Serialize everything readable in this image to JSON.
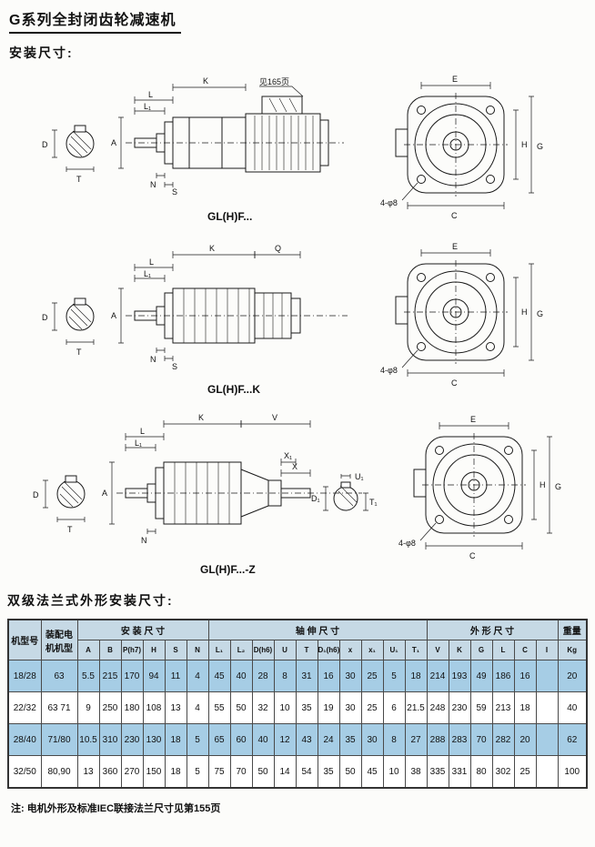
{
  "page": {
    "title": "G系列全封闭齿轮减速机",
    "install_heading": "安装尺寸:",
    "flange_heading": "双级法兰式外形安装尺寸:",
    "note": "注: 电机外形及标准IEC联接法兰尺寸见第155页"
  },
  "colors": {
    "header_bg": "#c6d9e5",
    "row_highlight": "#a6cde5"
  },
  "drawings": {
    "captions": [
      "GL(H)F...",
      "GL(H)F...K",
      "GL(H)F...-Z"
    ]
  },
  "dims": {
    "K": "K",
    "Q": "Q",
    "V": "V",
    "L": "L",
    "L1": "L₁",
    "A": "A",
    "N": "N",
    "S": "S",
    "D": "D",
    "T": "T",
    "X": "X",
    "X1": "X₁",
    "D1": "D₁",
    "U1": "U₁",
    "T1": "T₁",
    "E": "E",
    "H": "H",
    "G": "G",
    "C": "C",
    "bolt": "4-φ8",
    "ref": "见165页"
  },
  "table": {
    "head": {
      "col_model": "机型号",
      "col_motor": "装配电机机型",
      "grp_install": "安 装 尺 寸",
      "grp_shaft": "轴 伸 尺 寸",
      "grp_outline": "外 形 尺 寸",
      "grp_weight": "重量",
      "install_cols": [
        "A",
        "B",
        "P(h7)",
        "H",
        "S",
        "N"
      ],
      "shaft_cols": [
        "L₁",
        "L₂",
        "D(h6)",
        "U",
        "T",
        "D₁(h6)",
        "x",
        "x₁",
        "U₁",
        "T₁"
      ],
      "outline_cols": [
        "V",
        "K",
        "G",
        "L",
        "C",
        "I"
      ],
      "weight_col": "Kg"
    },
    "rows": [
      {
        "model": "18/28",
        "motor": "63",
        "highlight": true,
        "values": [
          "5.5",
          "215",
          "170",
          "94",
          "11",
          "4",
          "45",
          "40",
          "28",
          "8",
          "31",
          "16",
          "30",
          "25",
          "5",
          "18",
          "214",
          "193",
          "49",
          "186",
          "16",
          ""
        ],
        "kg": "20"
      },
      {
        "model": "22/32",
        "motor": "63 71",
        "highlight": false,
        "values": [
          "9",
          "250",
          "180",
          "108",
          "13",
          "4",
          "55",
          "50",
          "32",
          "10",
          "35",
          "19",
          "30",
          "25",
          "6",
          "21.5",
          "248",
          "230",
          "59",
          "213",
          "18",
          ""
        ],
        "kg": "40"
      },
      {
        "model": "28/40",
        "motor": "71/80",
        "highlight": true,
        "values": [
          "10.5",
          "310",
          "230",
          "130",
          "18",
          "5",
          "65",
          "60",
          "40",
          "12",
          "43",
          "24",
          "35",
          "30",
          "8",
          "27",
          "288",
          "283",
          "70",
          "282",
          "20",
          ""
        ],
        "kg": "62"
      },
      {
        "model": "32/50",
        "motor": "80,90",
        "highlight": false,
        "values": [
          "13",
          "360",
          "270",
          "150",
          "18",
          "5",
          "75",
          "70",
          "50",
          "14",
          "54",
          "35",
          "50",
          "45",
          "10",
          "38",
          "335",
          "331",
          "80",
          "302",
          "25",
          ""
        ],
        "kg": "100"
      }
    ]
  }
}
